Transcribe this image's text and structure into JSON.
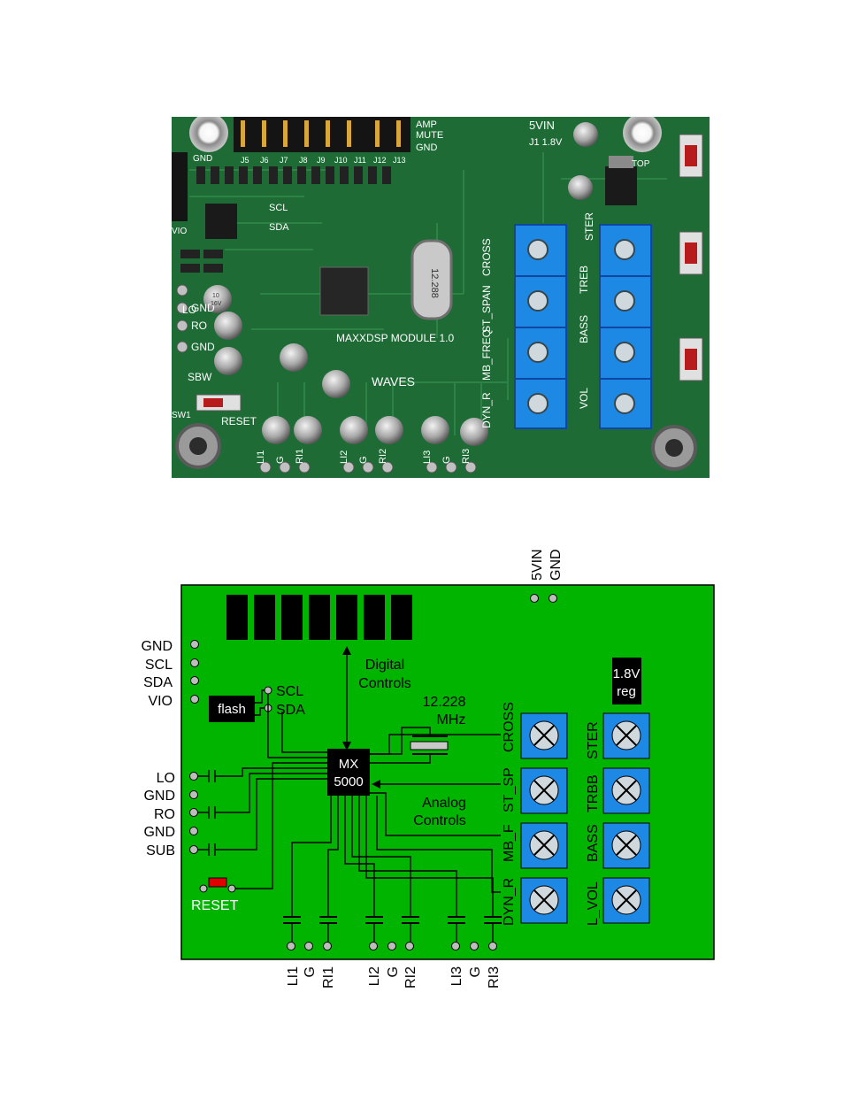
{
  "photo": {
    "silkscreen": {
      "top_labels": [
        "AMP",
        "MUTE",
        "GND"
      ],
      "power": "5VIN",
      "j1": "J1 1.8V",
      "top": "TOP",
      "left_header": [
        "GND",
        "SCL",
        "SDA",
        "VIO"
      ],
      "jumpers": [
        "J5",
        "J6",
        "J7",
        "J8",
        "J9",
        "J10",
        "J11",
        "J12",
        "J13"
      ],
      "module_line1": "MAXXDSP MODULE 1.0",
      "waves": "WAVES",
      "crystal_text": "12.288",
      "reset": "RESET",
      "sw": "SW1",
      "pot_left": [
        "CROSS",
        "ST_SPAN",
        "MB_FREQ",
        "DYN_R"
      ],
      "pot_right": [
        "STER",
        "TREB",
        "BASS",
        "VOL"
      ],
      "cap_text": [
        "10",
        "16V"
      ],
      "bottom_pins": [
        "LI1",
        "G",
        "RI1",
        "LI2",
        "G",
        "RI2",
        "LI3",
        "G",
        "RI3"
      ],
      "side_labels": [
        "LO",
        "GND",
        "RO",
        "GND",
        "SBW"
      ]
    }
  },
  "diagram": {
    "top_pins": [
      "5VIN",
      "GND"
    ],
    "left_pins": [
      "GND",
      "SCL",
      "SDA",
      "VIO"
    ],
    "flash": "flash",
    "flash_pins": [
      "SCL",
      "SDA"
    ],
    "digital_controls": [
      "Digital",
      "Controls"
    ],
    "crystal": [
      "12.228",
      "MHz"
    ],
    "regulator": [
      "1.8V",
      "reg"
    ],
    "chip": [
      "MX",
      "5000"
    ],
    "analog_controls": [
      "Analog",
      "Controls"
    ],
    "audio_left": [
      "LO",
      "GND",
      "RO",
      "GND",
      "SUB"
    ],
    "reset": "RESET",
    "pot_left_labels": [
      "CROSS",
      "ST_SP",
      "MB_F",
      "DYN_R"
    ],
    "pot_right_labels": [
      "STER",
      "TRBB",
      "BASS",
      "L_VOL"
    ],
    "bottom_pins": [
      "LI1",
      "G",
      "RI1",
      "LI2",
      "G",
      "RI2",
      "LI3",
      "G",
      "RI3"
    ]
  },
  "colors": {
    "board_green": "#00b400",
    "photo_green": "#1e6b35",
    "pot_blue": "#1e88e5",
    "reset_red": "#e00000"
  }
}
